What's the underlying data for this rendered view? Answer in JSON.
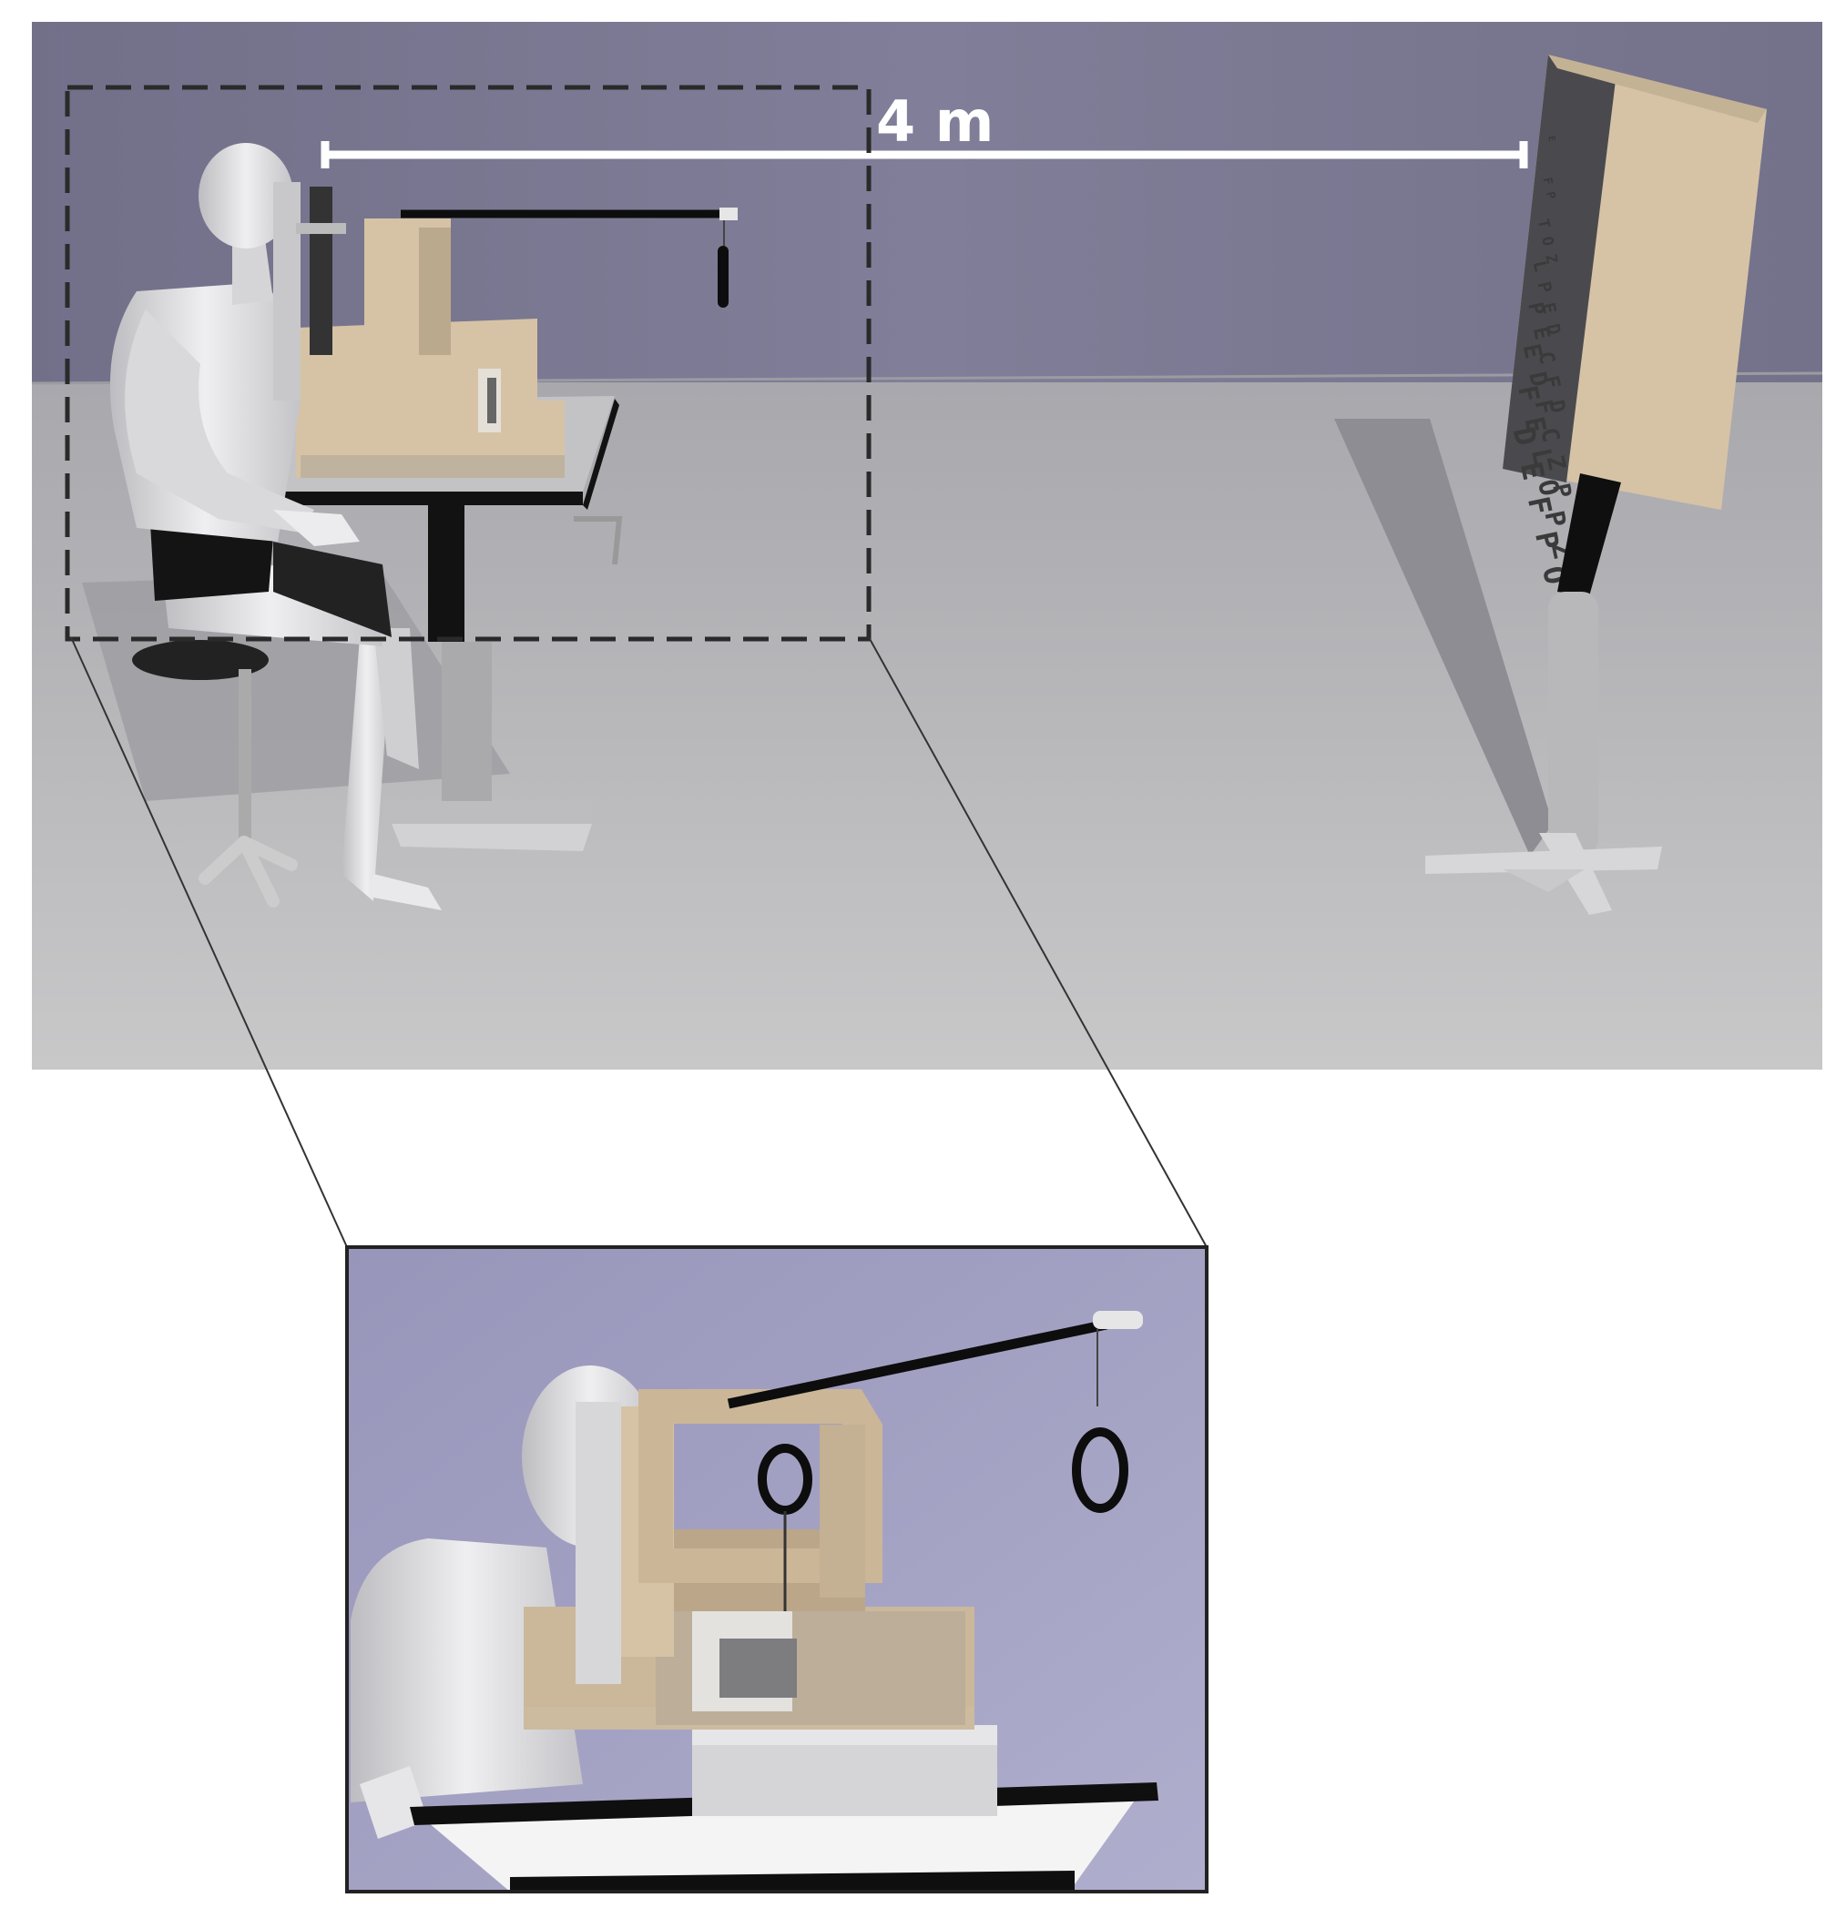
{
  "figure": {
    "distance_label": "4 m",
    "eye_chart_rows": [
      "E",
      "F P",
      "T O Z",
      "L P E D",
      "P E C F D",
      "E D F C Z P",
      "F E L O P Z D",
      "D E F P O T E C"
    ],
    "colors": {
      "wall": "#7a7896",
      "floor": "#b9b9bd",
      "inset_wall": "#a7a5c6",
      "instrument": "#d6c3a6",
      "skin": "#e2e2e4"
    },
    "icons": {
      "subject": "seated-person-icon",
      "instrument": "autorefractor-icon",
      "chart": "eye-chart-icon",
      "target": "ring-target-icon"
    }
  }
}
